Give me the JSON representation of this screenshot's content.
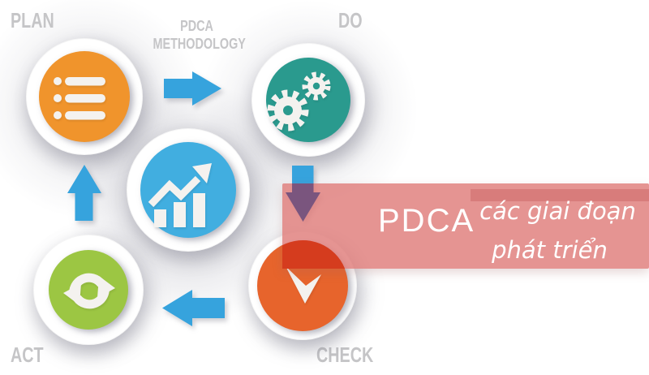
{
  "labels": {
    "plan": "PLAN",
    "do": "DO",
    "check": "CHECK",
    "act": "ACT"
  },
  "header": {
    "line1": "PDCA",
    "line2": "METHODOLOGY"
  },
  "banner": {
    "acronym": "PDCA",
    "caption_line1": "các giai đoạn",
    "caption_line2": "phát triển",
    "text_color": "#ffffff",
    "background": "#df7d7a"
  },
  "icons": {
    "plan": "list-icon",
    "do": "gears-icon",
    "center": "growth-chart-icon",
    "check": "checkmark-icon",
    "act": "refresh-icon"
  },
  "colors": {
    "plan": "#f0942c",
    "do": "#2a9a8e",
    "center": "#41aee0",
    "act": "#9cc643",
    "check": "#e7642c",
    "arrow": "#36a3dd",
    "arrow_under_banner": "#7a557e",
    "check_overlap": "#d53c1e",
    "label_gray": "#c5c5c7",
    "icon_white": "#f4f2ef"
  }
}
